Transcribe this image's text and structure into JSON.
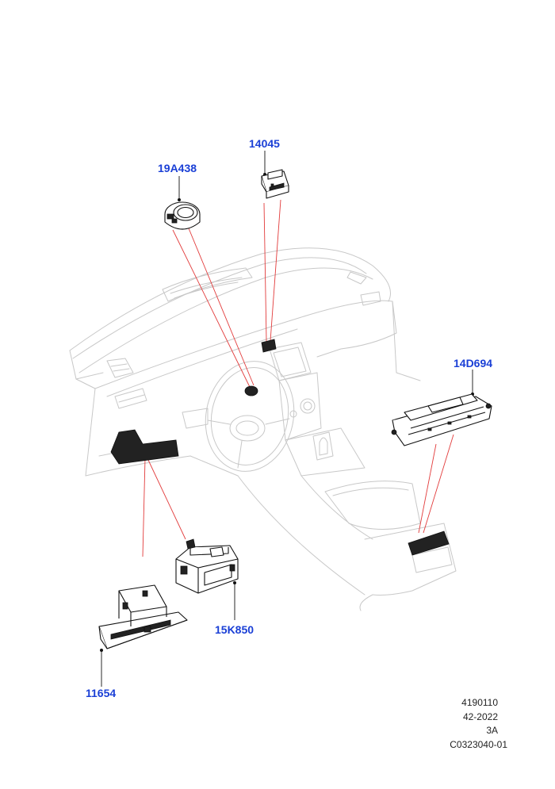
{
  "callouts": [
    {
      "id": "callout-19a438",
      "text": "19A438"
    },
    {
      "id": "callout-14045",
      "text": "14045"
    },
    {
      "id": "callout-14d694",
      "text": "14D694"
    },
    {
      "id": "callout-15k850",
      "text": "15K850"
    },
    {
      "id": "callout-11654",
      "text": "11654"
    }
  ],
  "reference": {
    "line1": "4190110",
    "line2": "42-2022",
    "line3": "3A",
    "line4": "C0323040-01"
  },
  "colors": {
    "callout": "#1a3fd6",
    "leader": "#e23b3b",
    "ghost_outline": "#c8c8c8"
  }
}
